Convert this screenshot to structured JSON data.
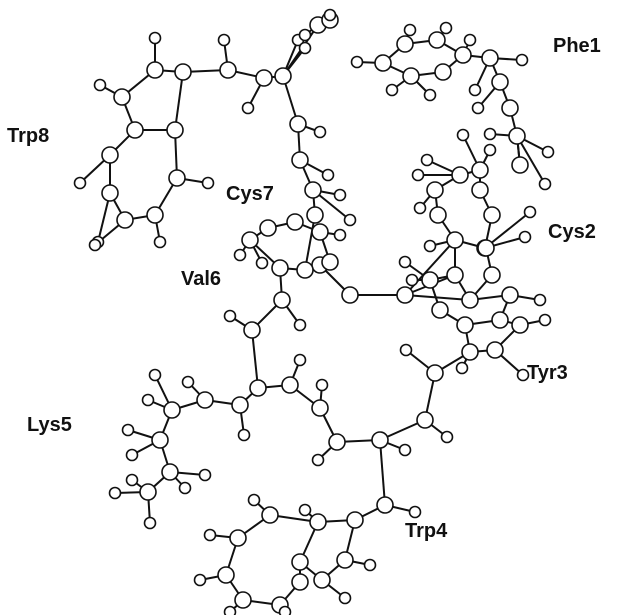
{
  "residues": [
    {
      "id": "phe1",
      "label": "Phe1"
    },
    {
      "id": "cys2",
      "label": "Cys2"
    },
    {
      "id": "tyr3",
      "label": "Tyr3"
    },
    {
      "id": "trp4",
      "label": "Trp4"
    },
    {
      "id": "lys5",
      "label": "Lys5"
    },
    {
      "id": "val6",
      "label": "Val6"
    },
    {
      "id": "cys7",
      "label": "Cys7"
    },
    {
      "id": "trp8",
      "label": "Trp8"
    }
  ],
  "colors": {
    "background": "#ffffff",
    "atom_fill": "#ffffff",
    "bond_stroke": "#111111",
    "label_text": "#111111"
  }
}
